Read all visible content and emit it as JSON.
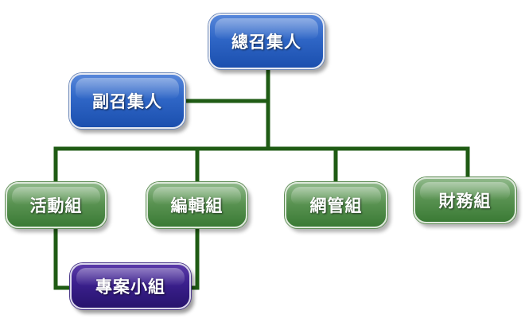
{
  "org_chart": {
    "nodes": {
      "chief": {
        "label": "總召集人"
      },
      "deputy": {
        "label": "副召集人"
      },
      "activity": {
        "label": "活動組"
      },
      "editing": {
        "label": "編輯組"
      },
      "network": {
        "label": "網管組"
      },
      "finance": {
        "label": "財務組"
      },
      "project": {
        "label": "專案小組"
      }
    },
    "colors": {
      "connector": "#1f5b14",
      "lead_nodes": "#2f66c6",
      "team_nodes": "#5a9352",
      "project_node": "#3a1f8c"
    }
  }
}
